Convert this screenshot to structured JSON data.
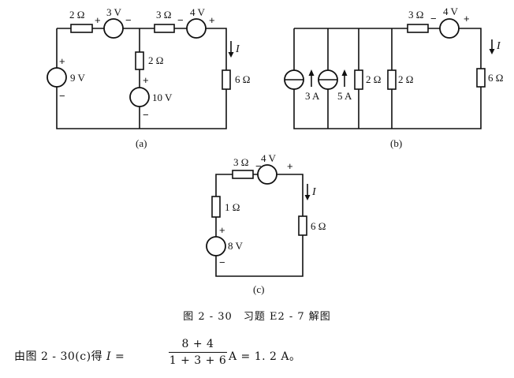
{
  "circuit_a": {
    "label": "(a)",
    "r_top_left": "2 Ω",
    "v_top_left": "3 V",
    "r_top_right": "3 Ω",
    "v_top_right": "4 V",
    "v_left": "9 V",
    "r_middle": "2 Ω",
    "v_middle": "10 V",
    "r_right": "6 Ω",
    "current": "I",
    "plus": "+",
    "minus": "−"
  },
  "circuit_b": {
    "label": "(b)",
    "r_top": "3 Ω",
    "v_top": "4 V",
    "i_source_1": "3 A",
    "i_source_2": "5 A",
    "r_shunt_1": "2 Ω",
    "r_shunt_2": "2 Ω",
    "r_right": "6 Ω",
    "current": "I",
    "plus": "+",
    "minus": "−"
  },
  "circuit_c": {
    "label": "(c)",
    "r_top": "3 Ω",
    "v_top": "4 V",
    "r_left": "1 Ω",
    "v_left": "8 V",
    "r_right": "6 Ω",
    "current": "I",
    "plus": "+",
    "minus": "−"
  },
  "caption": "图 2 - 30　习题 E2 - 7 解图",
  "solution": {
    "lead": "由图 2 - 30(c)得 ",
    "var": "I",
    "equals": " =",
    "numerator": "8 + 4",
    "denominator": "1 + 3 + 6",
    "result": "A = 1. 2  A。"
  }
}
